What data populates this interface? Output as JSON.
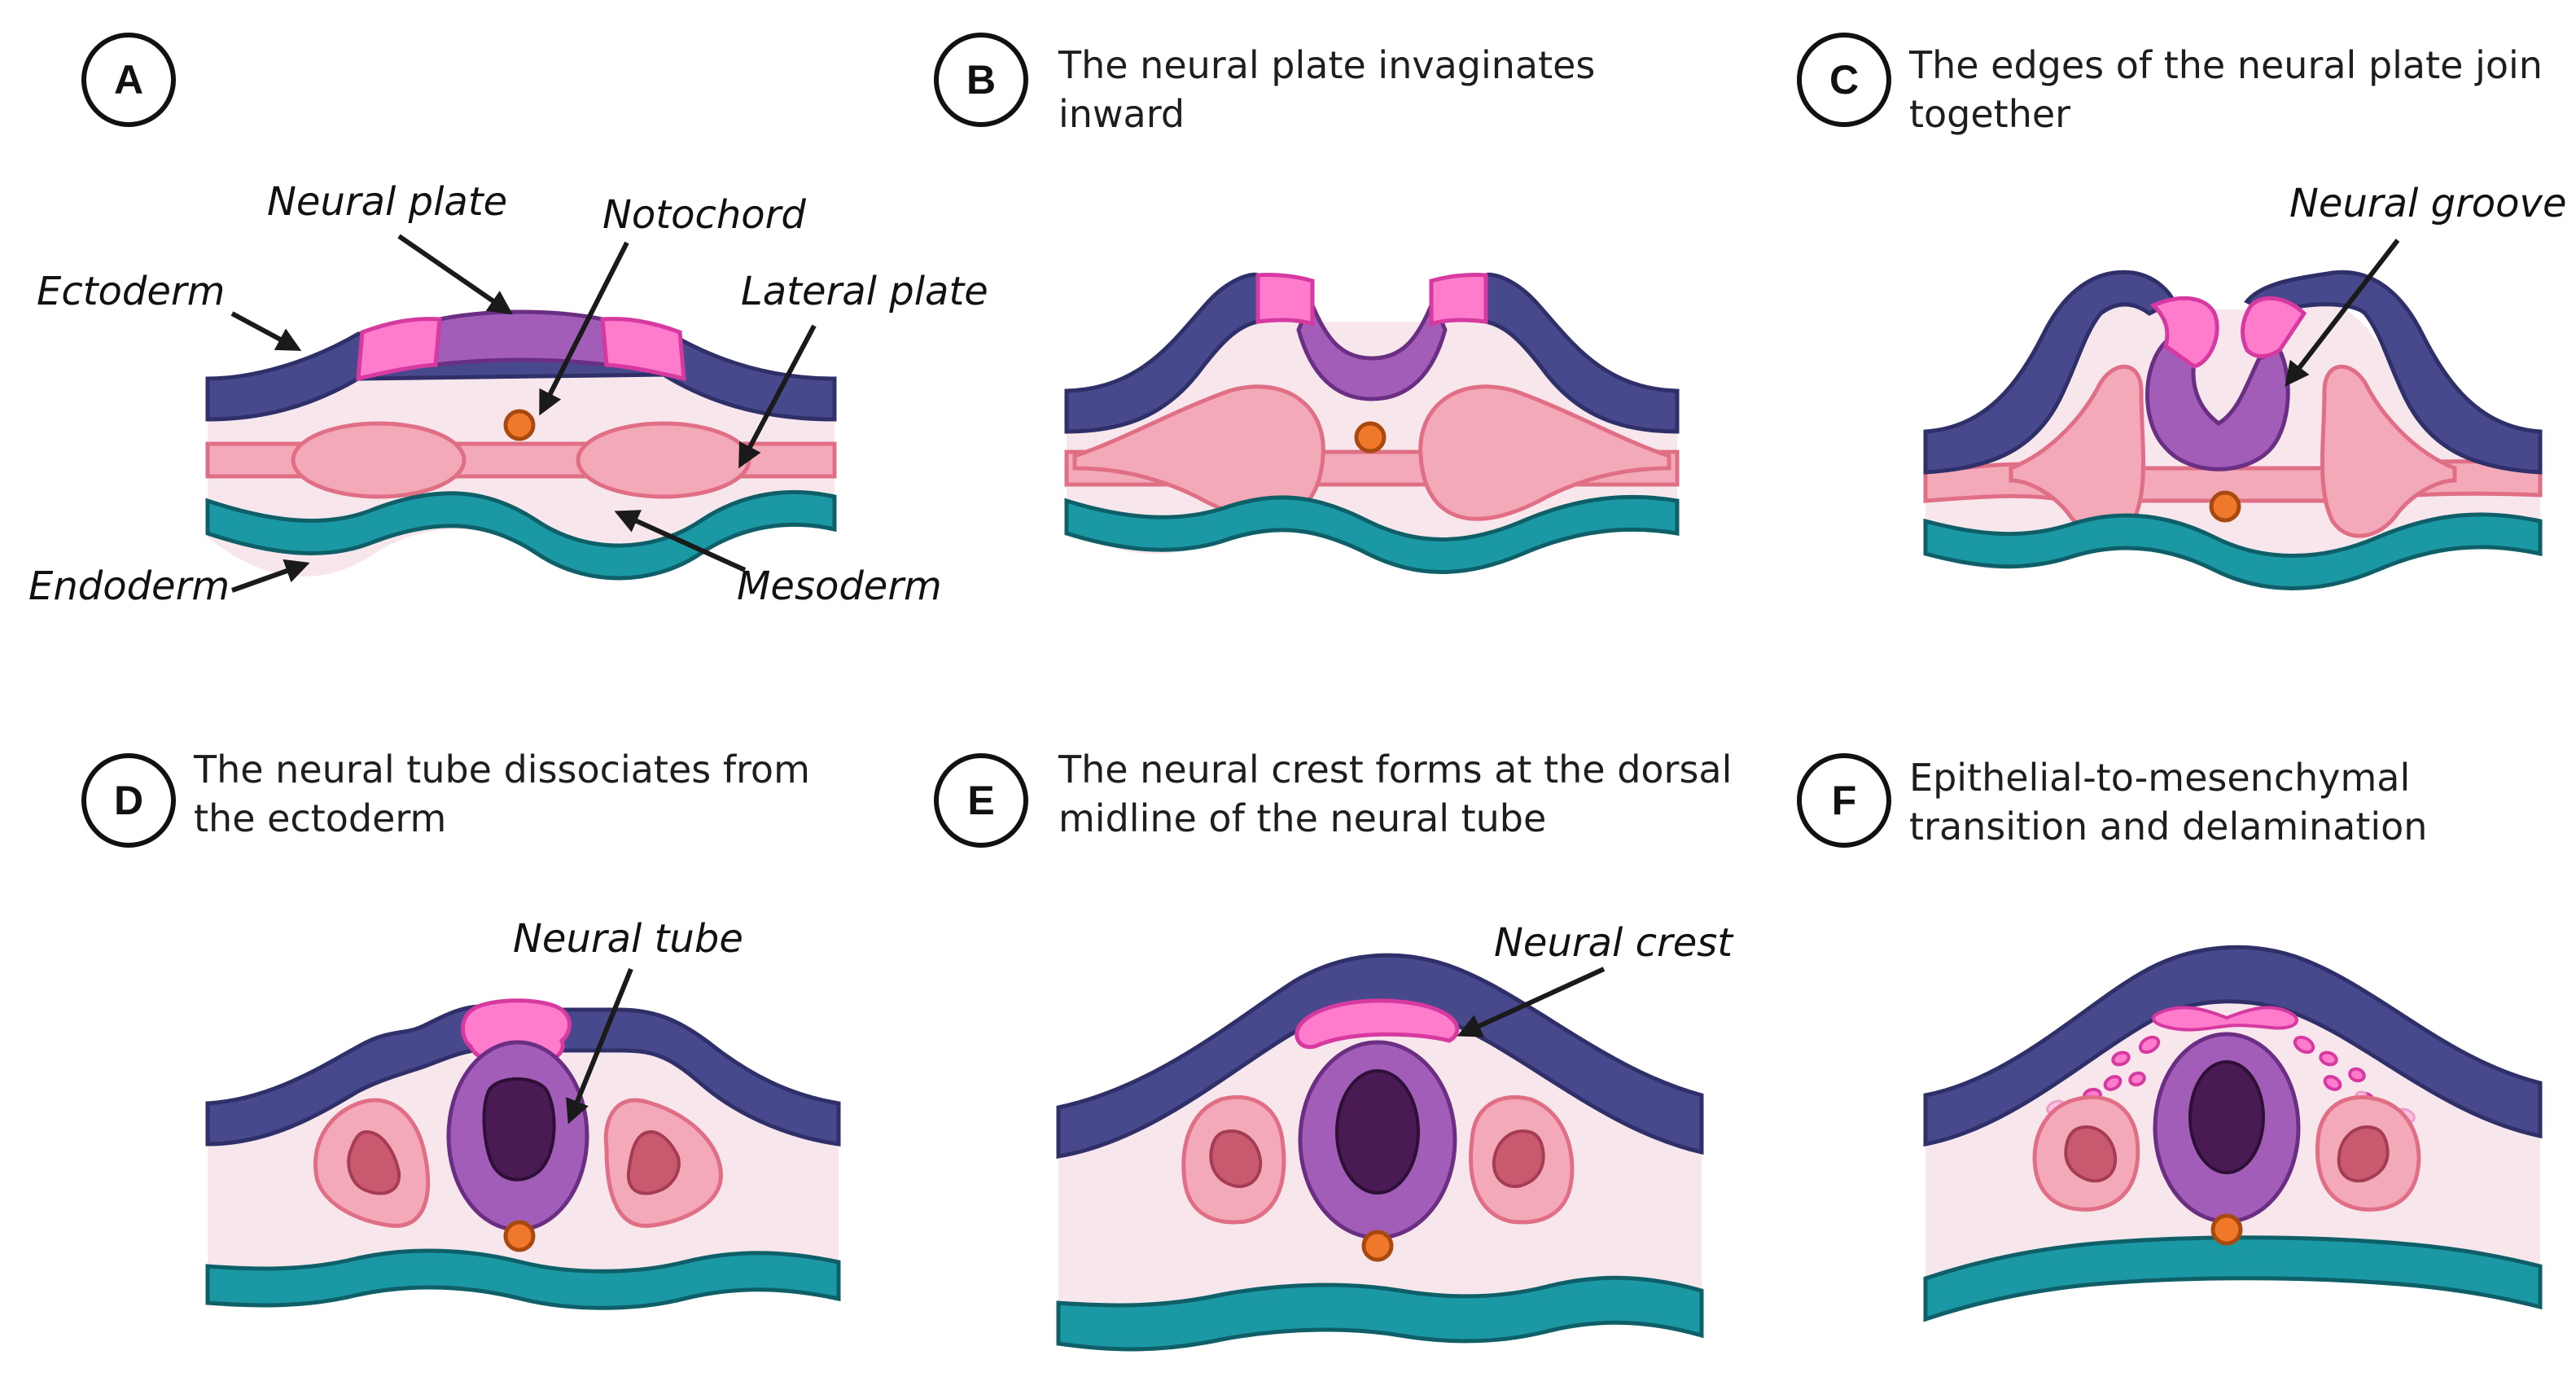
{
  "colors": {
    "ectoderm": "#48488c",
    "ectoderm_edge": "#2f2f6a",
    "neural_purple": "#a25db8",
    "neural_purple_edge": "#6a2f82",
    "neural_pink": "#ff7ccd",
    "neural_pink_edge": "#d63aa0",
    "mesoderm_bg": "#f7e7ec",
    "lateral_plate": "#f3a9b8",
    "lateral_plate_edge": "#e06f86",
    "somite_inner": "#c8596f",
    "endoderm": "#1a98a4",
    "endoderm_edge": "#0f5f68",
    "notochord": "#f0782a",
    "notochord_edge": "#a84910",
    "lumen": "#4a1a55",
    "arrow": "#1a1a1a"
  },
  "panels": [
    {
      "letter": "A",
      "caption": ""
    },
    {
      "letter": "B",
      "caption": "The neural plate invaginates\ninward"
    },
    {
      "letter": "C",
      "caption": "The edges of the neural plate join\ntogether"
    },
    {
      "letter": "D",
      "caption": "The neural tube dissociates from\nthe ectoderm"
    },
    {
      "letter": "E",
      "caption": "The neural crest forms at the dorsal\nmidline of the neural tube"
    },
    {
      "letter": "F",
      "caption": "Epithelial-to-mesenchymal\ntransition and delamination"
    }
  ],
  "labels": {
    "neural_plate": "Neural plate",
    "notochord": "Notochord",
    "ectoderm": "Ectoderm",
    "lateral_plate": "Lateral plate",
    "endoderm": "Endoderm",
    "mesoderm": "Mesoderm",
    "neural_groove": "Neural groove",
    "neural_tube": "Neural tube",
    "neural_crest": "Neural crest"
  }
}
